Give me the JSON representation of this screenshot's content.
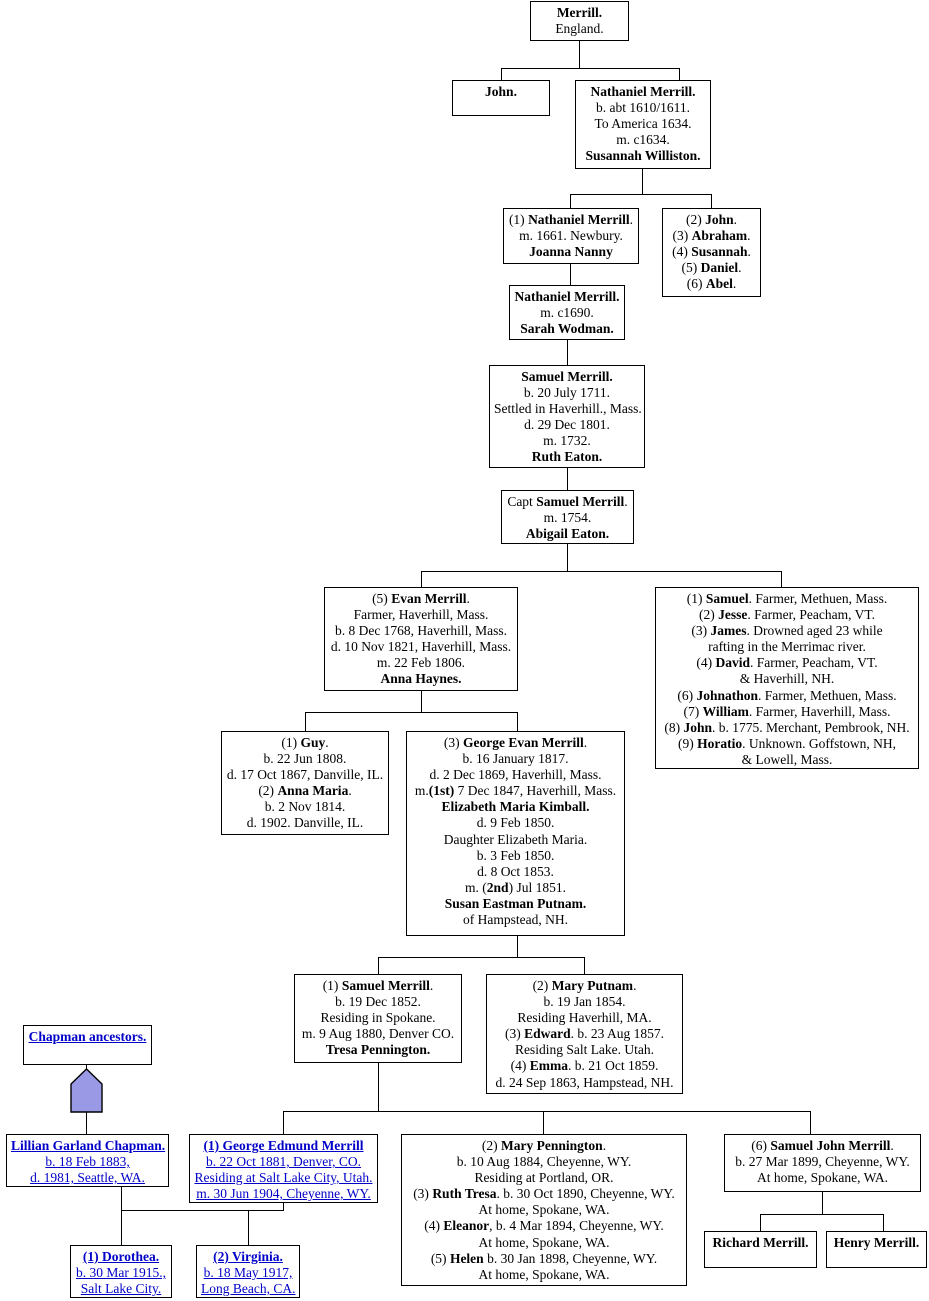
{
  "page": {
    "title": "Merrill family genealogy chart",
    "background": "#ffffff",
    "link_color": "#0000c8",
    "arrow_color": "#9999e6"
  },
  "nodes": {
    "merrill_england": {
      "lines": [
        {
          "text": "Merrill.",
          "bold": true
        },
        {
          "text": "England.",
          "bold": false
        }
      ]
    },
    "john": {
      "lines": [
        {
          "text": "John.",
          "bold": true
        }
      ]
    },
    "nathaniel_merrill_1610": {
      "lines": [
        {
          "text": "Nathaniel Merrill.",
          "bold": true
        },
        {
          "text": "b. abt 1610/1611.",
          "bold": false
        },
        {
          "text": "To America 1634.",
          "bold": false
        },
        {
          "text": "m. c1634.",
          "bold": false
        },
        {
          "text": "Susannah Williston.",
          "bold": true
        }
      ]
    },
    "nathaniel_merrill_1661": {
      "lines": [
        {
          "text": "(1) Nathaniel Merrill.",
          "bold": false,
          "html": "(1) <b>Nathaniel Merrill</b>."
        },
        {
          "text": "m. 1661. Newbury.",
          "bold": false
        },
        {
          "text": "Joanna Nanny",
          "bold": true
        }
      ]
    },
    "siblings_2_to_6": {
      "lines": [
        {
          "text": "(2) John.",
          "html": "(2) <b>John</b>."
        },
        {
          "text": "(3) Abraham.",
          "html": "(3) <b>Abraham</b>."
        },
        {
          "text": "(4) Susannah.",
          "html": "(4) <b>Susannah</b>."
        },
        {
          "text": "(5) Daniel.",
          "html": "(5) <b>Daniel</b>."
        },
        {
          "text": "(6) Abel.",
          "html": "(6) <b>Abel</b>."
        }
      ]
    },
    "nathaniel_merrill_1690": {
      "lines": [
        {
          "text": "Nathaniel Merrill.",
          "bold": true
        },
        {
          "text": "m. c1690.",
          "bold": false
        },
        {
          "text": "Sarah Wodman.",
          "bold": true
        }
      ]
    },
    "samuel_merrill_1711": {
      "lines": [
        {
          "text": "Samuel Merrill.",
          "bold": true
        },
        {
          "text": "b. 20 July 1711.",
          "bold": false
        },
        {
          "text": "Settled in Haverhill., Mass.",
          "bold": false
        },
        {
          "text": "d. 29 Dec 1801.",
          "bold": false
        },
        {
          "text": "m. 1732.",
          "bold": false
        },
        {
          "text": "Ruth Eaton.",
          "bold": true
        }
      ]
    },
    "capt_samuel_merrill": {
      "lines": [
        {
          "text": "Capt Samuel Merrill.",
          "html": "Capt <b>Samuel Merrill</b>."
        },
        {
          "text": "m. 1754.",
          "bold": false
        },
        {
          "text": "Abigail Eaton.",
          "bold": true
        }
      ]
    },
    "evan_merrill": {
      "lines": [
        {
          "text": "(5) Evan Merrill.",
          "html": "(5) <b>Evan Merrill</b>."
        },
        {
          "text": "Farmer, Haverhill, Mass.",
          "bold": false
        },
        {
          "text": "b. 8 Dec 1768, Haverhill, Mass.",
          "bold": false
        },
        {
          "text": "d. 10 Nov 1821, Haverhill, Mass.",
          "bold": false
        },
        {
          "text": "m. 22 Feb 1806.",
          "bold": false
        },
        {
          "text": "Anna Haynes.",
          "bold": true
        }
      ]
    },
    "evan_siblings": {
      "lines": [
        {
          "text": "(1) Samuel. Farmer, Methuen, Mass.",
          "html": "(1) <b>Samuel</b>. Farmer, Methuen, Mass."
        },
        {
          "text": "(2) Jesse. Farmer, Peacham, VT.",
          "html": "(2) <b>Jesse</b>. Farmer, Peacham, VT."
        },
        {
          "text": "(3) James. Drowned aged 23 while",
          "html": "(3) <b>James</b>. Drowned aged 23 while"
        },
        {
          "text": "rafting in the Merrimac river.",
          "bold": false
        },
        {
          "text": "(4) David. Farmer, Peacham, VT.",
          "html": "(4) <b>David</b>. Farmer, Peacham, VT."
        },
        {
          "text": "& Haverhill, NH.",
          "bold": false
        },
        {
          "text": "(6) Johnathon. Farmer, Methuen, Mass.",
          "html": "(6) <b>Johnathon</b>. Farmer, Methuen, Mass."
        },
        {
          "text": "(7) William. Farmer, Haverhill, Mass.",
          "html": "(7) <b>William</b>. Farmer, Haverhill, Mass."
        },
        {
          "text": "(8) John. b. 1775. Merchant, Pembrook, NH.",
          "html": "(8) <b>John</b>. b. 1775. Merchant, Pembrook, NH."
        },
        {
          "text": "(9) Horatio. Unknown. Goffstown, NH,",
          "html": "(9) <b>Horatio</b>. Unknown. Goffstown, NH,"
        },
        {
          "text": "& Lowell, Mass.",
          "bold": false
        }
      ]
    },
    "guy_and_anna": {
      "lines": [
        {
          "text": "(1) Guy.",
          "html": "(1) <b>Guy</b>."
        },
        {
          "text": "b. 22 Jun 1808.",
          "bold": false
        },
        {
          "text": "d. 17 Oct 1867, Danville, IL.",
          "bold": false
        },
        {
          "text": "(2) Anna Maria.",
          "html": "(2) <b>Anna Maria</b>."
        },
        {
          "text": "b. 2 Nov 1814.",
          "bold": false
        },
        {
          "text": "d. 1902. Danville, IL.",
          "bold": false
        }
      ]
    },
    "george_evan_merrill": {
      "lines": [
        {
          "text": "(3) George Evan Merrill.",
          "html": "(3) <b>George Evan Merrill</b>."
        },
        {
          "text": "b. 16 January 1817.",
          "bold": false
        },
        {
          "text": "d. 2 Dec 1869, Haverhill, Mass.",
          "bold": false
        },
        {
          "text": "m.(1st) 7 Dec 1847, Haverhill, Mass.",
          "html": "m.<b>(1st)</b> 7 Dec 1847, Haverhill, Mass."
        },
        {
          "text": "Elizabeth Maria Kimball.",
          "bold": true
        },
        {
          "text": "d. 9 Feb 1850.",
          "bold": false
        },
        {
          "text": "Daughter Elizabeth Maria.",
          "bold": false
        },
        {
          "text": "b. 3 Feb 1850.",
          "bold": false
        },
        {
          "text": "d. 8 Oct 1853.",
          "bold": false
        },
        {
          "text": "m. (2nd) Jul 1851.",
          "html": "m. (<b>2nd</b>) Jul 1851."
        },
        {
          "text": "Susan Eastman Putnam.",
          "bold": true
        },
        {
          "text": "of Hampstead, NH.",
          "bold": false
        }
      ]
    },
    "samuel_merrill_1852": {
      "lines": [
        {
          "text": "(1) Samuel Merrill.",
          "html": "(1) <b>Samuel Merrill</b>."
        },
        {
          "text": "b. 19 Dec 1852.",
          "bold": false
        },
        {
          "text": "Residing in Spokane.",
          "bold": false
        },
        {
          "text": "m. 9 Aug 1880, Denver CO.",
          "bold": false
        },
        {
          "text": "Tresa Pennington.",
          "bold": true
        }
      ]
    },
    "mary_putnam_siblings": {
      "lines": [
        {
          "text": "(2) Mary Putnam.",
          "html": "(2) <b>Mary Putnam</b>."
        },
        {
          "text": "b. 19 Jan 1854.",
          "bold": false
        },
        {
          "text": "Residing Haverhill, MA.",
          "bold": false
        },
        {
          "text": "(3) Edward. b. 23 Aug 1857.",
          "html": "(3) <b>Edward</b>. b. 23 Aug 1857."
        },
        {
          "text": "Residing Salt Lake. Utah.",
          "bold": false
        },
        {
          "text": "(4) Emma. b. 21 Oct 1859.",
          "html": "(4) <b>Emma</b>. b. 21 Oct 1859."
        },
        {
          "text": "d. 24 Sep 1863, Hampstead, NH.",
          "bold": false
        }
      ]
    },
    "chapman_ancestors": {
      "link": true,
      "lines": [
        {
          "text": "Chapman ancestors.",
          "bold": true
        }
      ]
    },
    "lillian_garland_chapman": {
      "link": true,
      "lines": [
        {
          "text": "Lillian Garland Chapman.",
          "bold": true
        },
        {
          "text": "b. 18 Feb 1883,",
          "bold": false
        },
        {
          "text": "d. 1981, Seattle, WA.",
          "bold": false
        }
      ]
    },
    "george_edmund_merrill": {
      "link": true,
      "lines": [
        {
          "text": "(1) George Edmund Merrill",
          "bold": true
        },
        {
          "text": "b. 22 Oct 1881, Denver, CO.",
          "bold": false
        },
        {
          "text": "Residing at Salt Lake City, Utah.",
          "bold": false
        },
        {
          "text": "m. 30 Jun 1904, Cheyenne, WY.",
          "bold": false
        }
      ]
    },
    "mary_pennington_siblings": {
      "lines": [
        {
          "text": "(2) Mary Pennington.",
          "html": "(2) <b>Mary Pennington</b>."
        },
        {
          "text": "b. 10 Aug 1884, Cheyenne, WY.",
          "bold": false
        },
        {
          "text": "Residing at Portland, OR.",
          "bold": false
        },
        {
          "text": "(3) Ruth Tresa. b. 30 Oct 1890, Cheyenne, WY.",
          "html": "(3) <b>Ruth Tresa</b>. b. 30 Oct 1890, Cheyenne, WY."
        },
        {
          "text": "At home, Spokane, WA.",
          "bold": false
        },
        {
          "text": "(4) Eleanor, b. 4 Mar 1894, Cheyenne, WY.",
          "html": "(4) <b>Eleanor</b>, b. 4 Mar 1894, Cheyenne, WY."
        },
        {
          "text": "At home, Spokane, WA.",
          "bold": false
        },
        {
          "text": "(5) Helen b. 30 Jan 1898, Cheyenne, WY.",
          "html": "(5) <b>Helen</b> b. 30 Jan 1898, Cheyenne, WY."
        },
        {
          "text": "At home, Spokane, WA.",
          "bold": false
        }
      ]
    },
    "samuel_john_merrill": {
      "lines": [
        {
          "text": "(6) Samuel John Merrill.",
          "html": "(6) <b>Samuel John Merrill</b>."
        },
        {
          "text": "b. 27 Mar 1899, Cheyenne, WY.",
          "bold": false
        },
        {
          "text": "At home, Spokane, WA.",
          "bold": false
        }
      ]
    },
    "dorothea": {
      "link": true,
      "lines": [
        {
          "text": "(1) Dorothea.",
          "bold": true
        },
        {
          "text": "b. 30 Mar 1915.,",
          "bold": false
        },
        {
          "text": "Salt Lake City.",
          "bold": false
        }
      ]
    },
    "virginia": {
      "link": true,
      "lines": [
        {
          "text": "(2) Virginia.",
          "bold": true
        },
        {
          "text": "b. 18 May 1917,",
          "bold": false
        },
        {
          "text": "Long Beach, CA.",
          "bold": false
        }
      ]
    },
    "richard_merrill": {
      "lines": [
        {
          "text": "Richard Merrill.",
          "bold": true
        }
      ]
    },
    "henry_merrill": {
      "lines": [
        {
          "text": "Henry Merrill.",
          "bold": true
        }
      ]
    }
  }
}
